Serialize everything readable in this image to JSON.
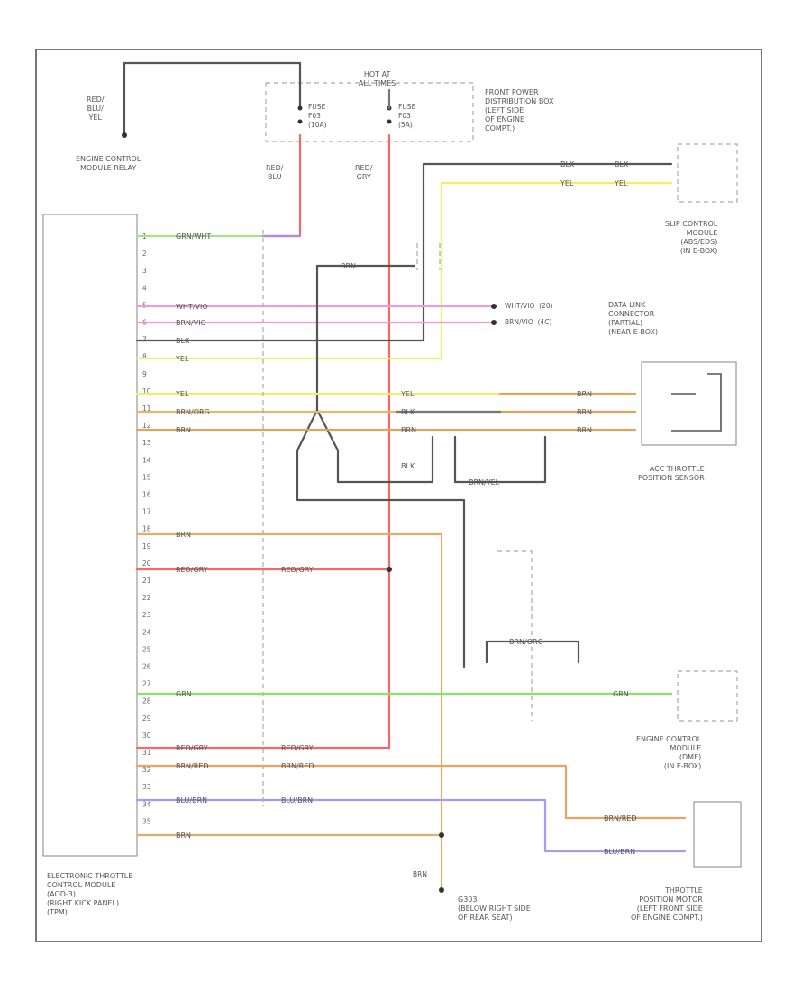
{
  "colors": {
    "red": "#f06a6a",
    "yellow": "#f2ee6a",
    "black": "#555555",
    "tan": "#d9b06c",
    "pink": "#f29ad8",
    "green": "#8ee06a",
    "orange": "#f0a060",
    "blue": "#a79af0",
    "grn_wht": "#a6e090"
  },
  "relay": {
    "wire_label": "RED/\nBLU/\nYEL",
    "name": "ENGINE CONTROL\nMODULE RELAY"
  },
  "hot_label": "HOT AT\nALL TIMES",
  "fuse_a": "FUSE\nF03\n(10A)",
  "fuse_b": "FUSE\nF03\n(5A)",
  "power_box": "FRONT POWER\nDISTRIBUTION BOX\n(LEFT SIDE\nOF ENGINE\nCOMPT.)",
  "wire_red_blu": "RED/\nBLU",
  "wire_red_gry": "RED/\nGRY",
  "slip_module": "SLIP CONTROL\nMODULE\n(ABS/EDS)\n(IN E-BOX)",
  "dlc": "DATA LINK\nCONNECTOR\n(PARTIAL)\n(NEAR E-BOX)",
  "dlc_pin1": "WHT/VIO  (20)",
  "dlc_pin2": "BRN/VIO  (4C)",
  "tps": "ACC THROTTLE\nPOSITION SENSOR",
  "ecm": "ENGINE CONTROL\nMODULE\n(DME)\n(IN E-BOX)",
  "motor": "THROTTLE\nPOSITION MOTOR\n(LEFT FRONT SIDE\nOF ENGINE COMPT.)",
  "etcm": "ELECTRONIC THROTTLE\nCONTROL MODULE\n(AOD-3)\n(RIGHT KICK PANEL)\n(TPM)",
  "ground": "G303\n(BELOW RIGHT SIDE\nOF REAR SEAT)",
  "gnd_wire": "BRN",
  "pins": [
    "1",
    "2",
    "3",
    "4",
    "5",
    "6",
    "7",
    "8",
    "9",
    "10",
    "11",
    "12",
    "13",
    "14",
    "15",
    "16",
    "17",
    "18",
    "19",
    "20",
    "21",
    "22",
    "23",
    "24",
    "25",
    "26",
    "27",
    "28",
    "29",
    "30",
    "31",
    "32",
    "33",
    "34",
    "35"
  ],
  "wires": {
    "p1": "GRN/WHT",
    "p5": "WHT/VIO",
    "p6": "BRN/VIO",
    "p7": "BLK",
    "p8": "YEL",
    "p10": "YEL",
    "p11": "BRN/ORG",
    "p12": "BRN",
    "p18": "BRN",
    "p20": "RED/GRY",
    "p20b": "RED/GRY",
    "p27": "GRN",
    "p30": "RED/GRY",
    "p30b": "RED/GRY",
    "p31": "BRN/RED",
    "p31b": "BRN/RED",
    "p33": "BLU/BRN",
    "p33b": "BLU/BRN",
    "p35": "BRN",
    "slip_blk": "BLK",
    "slip_blk2": "BLK",
    "slip_yel": "YEL",
    "slip_yel2": "YEL",
    "tps_yel": "YEL",
    "tps_blk": "BLK",
    "tps_brn": "BRN",
    "tps_r1": "BRN",
    "tps_r2": "BRN",
    "tps_r3": "BRN",
    "blk_top": "BRN",
    "blk_mid": "BLK",
    "brn_loop": "BRN/YEL",
    "ecm_grn": "GRN",
    "ecm_loop": "BRN/ORG",
    "mot_brn": "BRN/RED",
    "mot_blu": "BLU/BRN"
  }
}
